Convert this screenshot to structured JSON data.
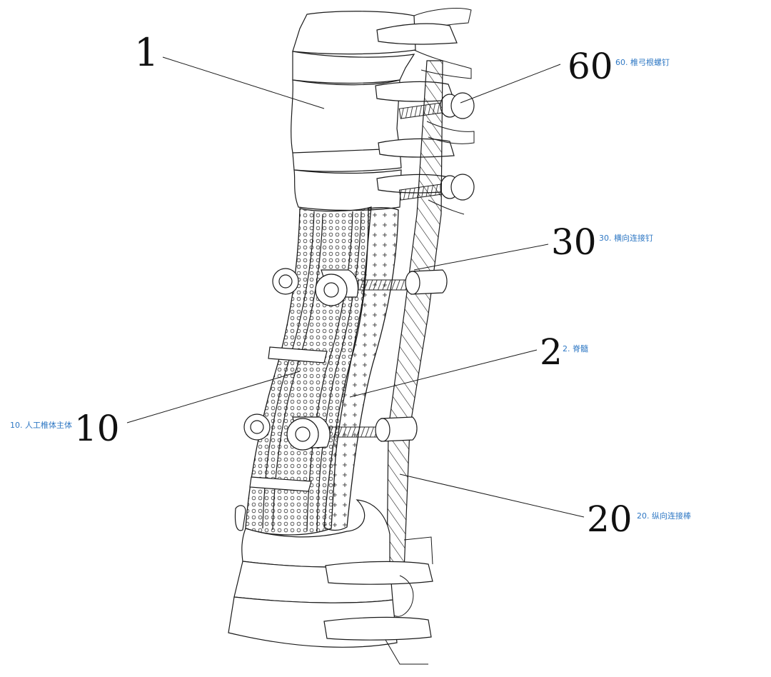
{
  "figure": {
    "callouts": [
      {
        "id": "vertebra",
        "number": "1",
        "caption": ""
      },
      {
        "id": "pedicle-screw",
        "number": "60",
        "caption": "60. 椎弓根螺钉"
      },
      {
        "id": "transverse-screw",
        "number": "30",
        "caption": "30. 横向连接钉"
      },
      {
        "id": "spinal-cord",
        "number": "2",
        "caption": "2. 脊髓"
      },
      {
        "id": "artificial-body",
        "number": "10",
        "caption": "10. 人工椎体主体"
      },
      {
        "id": "longitudinal-rod",
        "number": "20",
        "caption": "20. 纵向连接棒"
      }
    ]
  }
}
